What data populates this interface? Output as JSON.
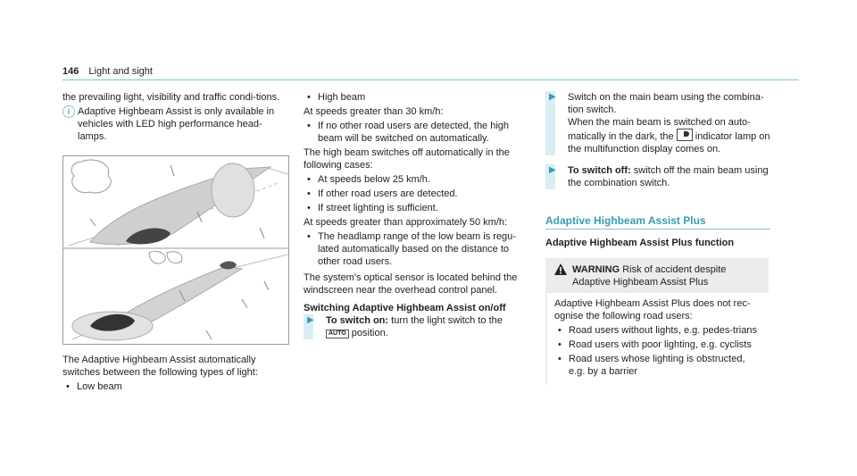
{
  "header": {
    "page_number": "146",
    "section": "Light and sight"
  },
  "col1": {
    "intro": "the prevailing light, visibility and traffic condi-tions.",
    "note_icon": "info-icon",
    "note": "Adaptive Highbeam Assist is only available in vehicles with LED high performance head-lamps.",
    "figure_icon": "illustration-headlamp-cones",
    "caption": "The Adaptive Highbeam Assist automatically switches between the following types of light:",
    "bullets": [
      "Low beam"
    ]
  },
  "col2": {
    "b_high": "High beam",
    "speed30": "At speeds greater than 30 km/h:",
    "b_noother": "If no other road users are detected, the high beam will be switched on automatically.",
    "offcases": "The high beam switches off automatically in the following cases:",
    "b_below25": "At speeds below 25 km/h.",
    "b_detected": "If other road users are detected.",
    "b_street": "If street lighting is sufficient.",
    "speed50": "At speeds greater than approximately 50 km/h:",
    "b_range": "The headlamp range of the low beam is regu-lated automatically based on the distance to other road users.",
    "sensor": "The system's optical sensor is located behind the windscreen near the overhead control panel.",
    "switch_heading": "Switching Adaptive Highbeam Assist on/off",
    "step_on_label": "To switch on:",
    "step_on_text": "turn the light switch to the",
    "auto_label": "AUTO",
    "step_on_tail": "position."
  },
  "col3": {
    "step_beam_a": "Switch on the main beam using the combina-tion switch.",
    "step_beam_b": "When the main beam is switched on auto-matically in the dark, the",
    "step_beam_c": "indicator lamp on the multifunction display comes on.",
    "lamp_icon": "high-beam-assist-indicator-icon",
    "step_off_label": "To switch off:",
    "step_off_text": "switch off the main beam using the combination switch.",
    "section_title": "Adaptive Highbeam Assist Plus",
    "sub_title": "Adaptive Highbeam Assist Plus function",
    "warning_icon": "warning-triangle-icon",
    "warning_label": "WARNING",
    "warning_text": "Risk of accident despite Adaptive Highbeam Assist Plus",
    "warning_body": "Adaptive Highbeam Assist Plus does not rec-ognise the following road users:",
    "warning_bullets": [
      "Road users without lights, e.g. pedes-trians",
      "Road users with poor lighting, e.g. cyclists",
      "Road users whose lighting is obstructed, e.g. by a barrier"
    ]
  }
}
